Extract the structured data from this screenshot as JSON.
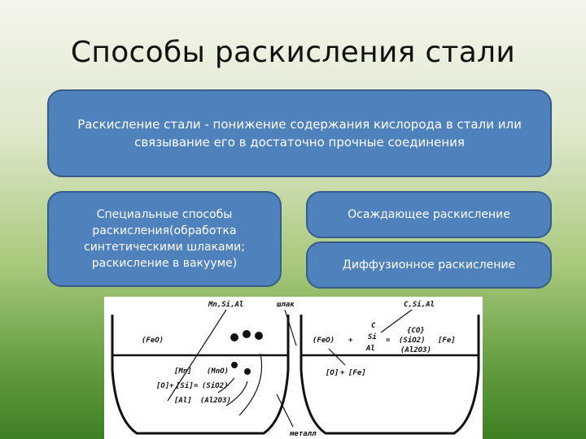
{
  "slide": {
    "title": "Способы раскисления стали"
  },
  "definition": {
    "text": "Раскисление стали - понижение содержания кислорода в стали или связывание его в достаточно прочные соединения"
  },
  "methods": {
    "special": "Специальные способы раскисления(обработка синтетическими шлаками; раскисление в вакууме)",
    "precipitation": "Осаждающее раскисление",
    "diffusion": "Диффузионное раскисление"
  },
  "figure": {
    "labels": {
      "deoxidizers_left": "Mn,Si,Al",
      "slag": "шлак",
      "metal": "металл",
      "feo_slag_left": "(FeO)",
      "mn": "[Mn]",
      "mno": "(MnO)",
      "o": "[O]",
      "plus": "+",
      "si": "[Si]",
      "eq": "=",
      "sio2": "(SiO2)",
      "al": "[Al]",
      "al2o3": "(Al2O3)",
      "deoxidizers_right": "C,Si,Al",
      "feo_right": "(FeO)",
      "c": "C",
      "si_r": "Si",
      "al_r": "Al",
      "co": "{CO}",
      "sio2_r": "(SiO2)",
      "al2o3_r": "(Al2O3)",
      "fe_r": "[Fe]",
      "o_r": "[O]",
      "fe_r2": "[Fe]"
    }
  }
}
